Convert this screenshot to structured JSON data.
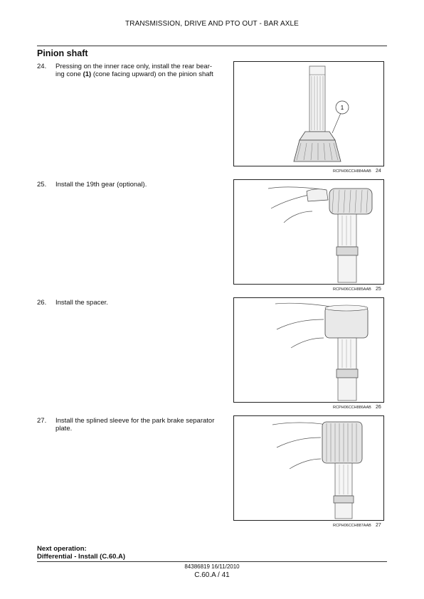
{
  "header": {
    "title": "TRANSMISSION, DRIVE AND PTO OUT - BAR AXLE"
  },
  "section": {
    "title": "Pinion shaft"
  },
  "steps": [
    {
      "number": "24.",
      "text_before": "Pressing on the inner race only, install the rear bear-ing cone ",
      "text_bold": "(1)",
      "text_after": " (cone facing upward) on the pinion shaft",
      "figure_code": "RCPH06CCH884AAB",
      "figure_number": "24",
      "callout": "1"
    },
    {
      "number": "25.",
      "text": "Install the 19th gear (optional).",
      "figure_code": "RCPH06CCH885AAB",
      "figure_number": "25"
    },
    {
      "number": "26.",
      "text": "Install the spacer.",
      "figure_code": "RCPH06CCH886AAB",
      "figure_number": "26"
    },
    {
      "number": "27.",
      "text": "Install the splined sleeve for the park brake separator plate.",
      "figure_code": "RCPH06CCH887AAB",
      "figure_number": "27"
    }
  ],
  "next_operation": {
    "label": "Next operation:",
    "value": "Differential - Install (C.60.A)"
  },
  "footer": {
    "doc_ref": "84386819 16/11/2010",
    "page": "C.60.A / 41"
  }
}
